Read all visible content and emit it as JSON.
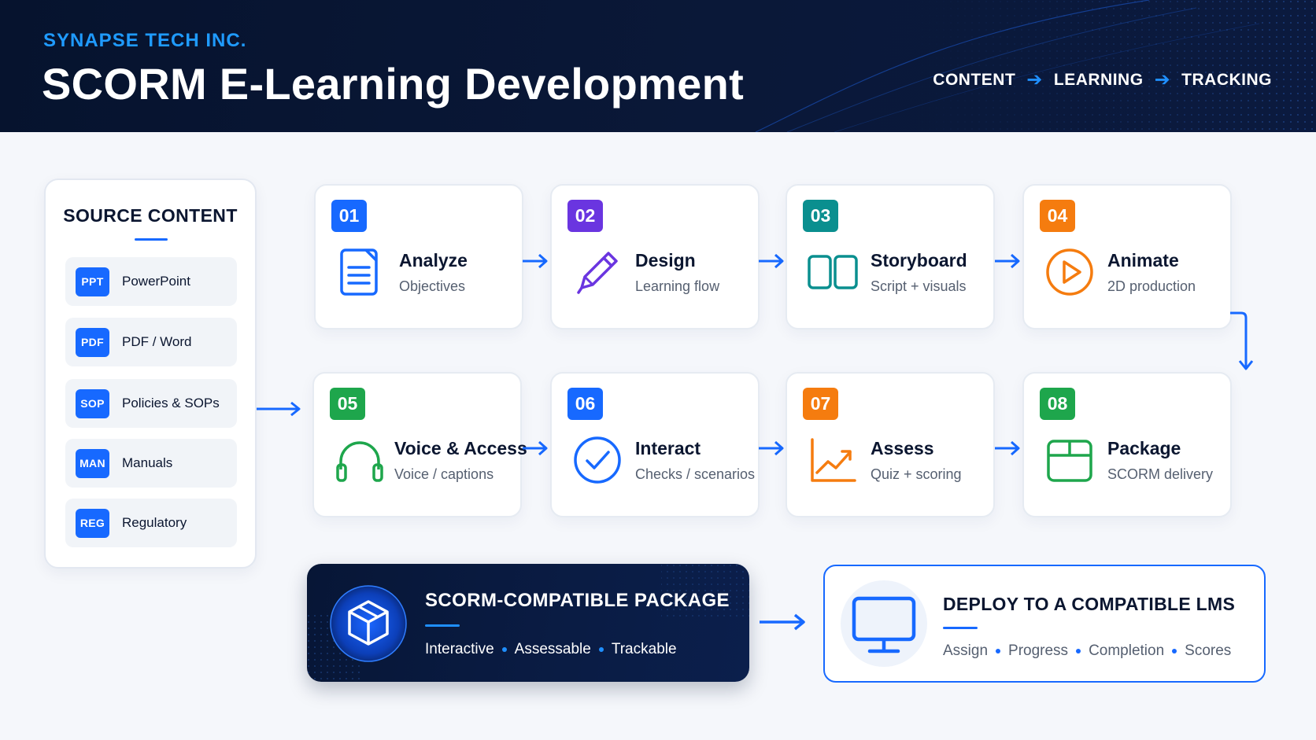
{
  "header": {
    "brand": "SYNAPSE TECH INC.",
    "title": "SCORM E-Learning Development",
    "flow": [
      "CONTENT",
      "LEARNING",
      "TRACKING"
    ]
  },
  "source": {
    "title": "SOURCE CONTENT",
    "items": [
      {
        "badge": "PPT",
        "label": "PowerPoint"
      },
      {
        "badge": "PDF",
        "label": "PDF / Word"
      },
      {
        "badge": "SOP",
        "label": "Policies & SOPs"
      },
      {
        "badge": "MAN",
        "label": "Manuals"
      },
      {
        "badge": "REG",
        "label": "Regulatory"
      }
    ]
  },
  "steps": [
    {
      "num": "01",
      "title": "Analyze",
      "subtitle": "Objectives",
      "icon": "document-icon",
      "color": "#1769ff"
    },
    {
      "num": "02",
      "title": "Design",
      "subtitle": "Learning flow",
      "icon": "pencil-icon",
      "color": "#6a35e0"
    },
    {
      "num": "03",
      "title": "Storyboard",
      "subtitle": "Script + visuals",
      "icon": "storyboard-icon",
      "color": "#0a8f8f"
    },
    {
      "num": "04",
      "title": "Animate",
      "subtitle": "2D production",
      "icon": "play-icon",
      "color": "#f57c0f"
    },
    {
      "num": "05",
      "title": "Voice & Access",
      "subtitle": "Voice / captions",
      "icon": "headphones-icon",
      "color": "#1ea64c"
    },
    {
      "num": "06",
      "title": "Interact",
      "subtitle": "Checks / scenarios",
      "icon": "check-circle-icon",
      "color": "#1769ff"
    },
    {
      "num": "07",
      "title": "Assess",
      "subtitle": "Quiz + scoring",
      "icon": "chart-icon",
      "color": "#f57c0f"
    },
    {
      "num": "08",
      "title": "Package",
      "subtitle": "SCORM delivery",
      "icon": "package-icon",
      "color": "#1ea64c"
    }
  ],
  "package": {
    "title": "SCORM-COMPATIBLE PACKAGE",
    "tags": [
      "Interactive",
      "Assessable",
      "Trackable"
    ]
  },
  "lms": {
    "title": "DEPLOY TO A COMPATIBLE LMS",
    "tags": [
      "Assign",
      "Progress",
      "Completion",
      "Scores"
    ]
  },
  "colors": {
    "accent": "#1769ff",
    "header_bg": "#06132e"
  }
}
